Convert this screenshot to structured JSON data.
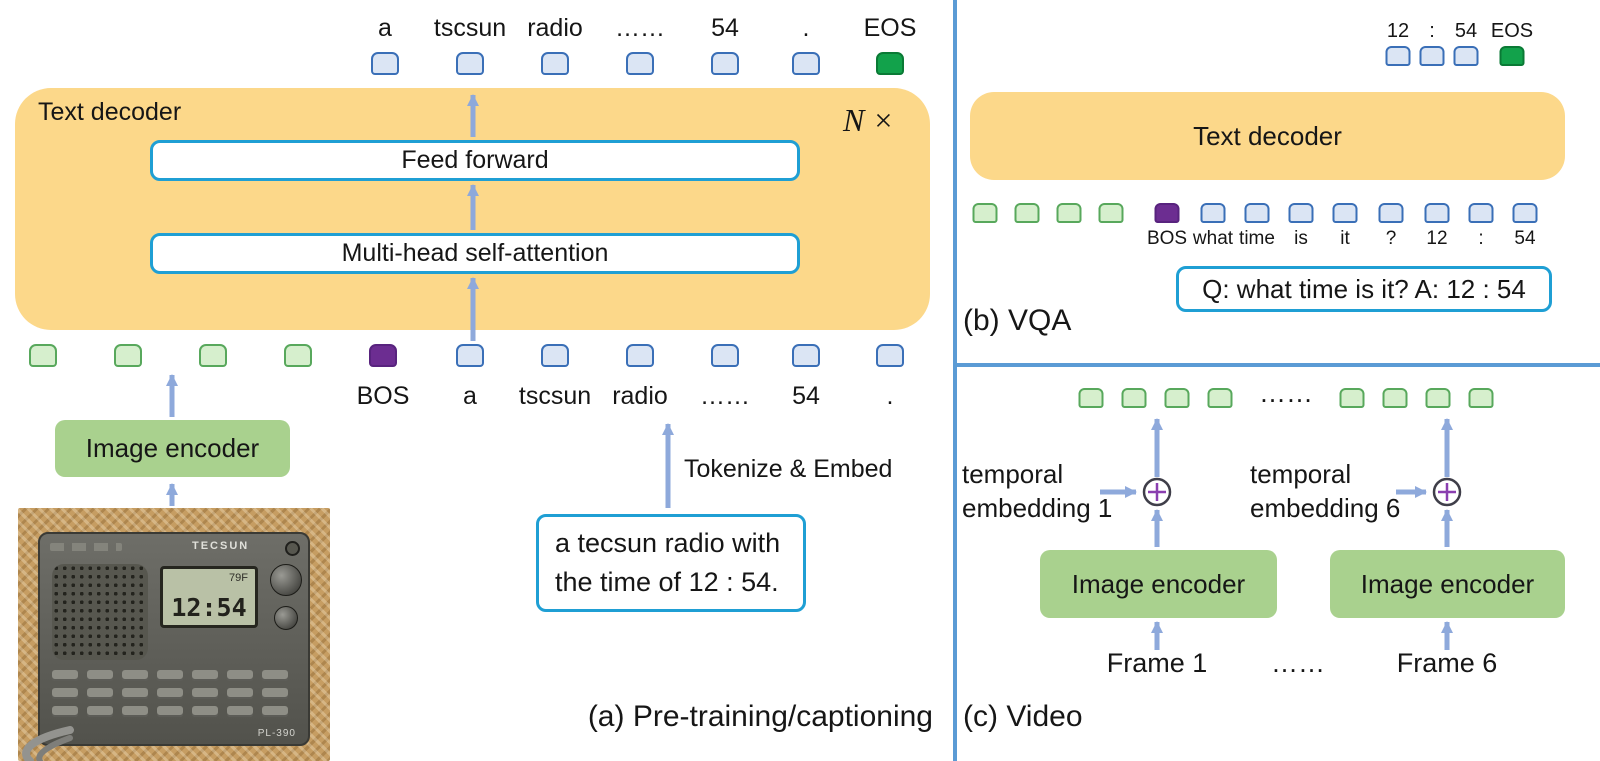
{
  "colors": {
    "decoder_fill": "#FCD88A",
    "cyan_border": "#1F9FD4",
    "arrow": "#8EA9DB",
    "token_blue_fill": "#DBE5F4",
    "token_blue_border": "#3A6FB7",
    "token_green_fill": "#D6EFCD",
    "token_green_border": "#58A85C",
    "token_bos_purple": "#6C2D91",
    "token_eos_green": "#12A24B",
    "encoder_green": "#A9D18E",
    "divider_blue": "#5B9BD5"
  },
  "panel_a": {
    "caption": "(a) Pre-training/captioning",
    "text_decoder_label": "Text decoder",
    "repeat_label": "N ×",
    "feed_forward_label": "Feed forward",
    "self_attention_label": "Multi-head self-attention",
    "image_encoder_label": "Image encoder",
    "tokenize_label": "Tokenize & Embed",
    "caption_box_lines": [
      "a tecsun radio with",
      "the time of 12 : 54."
    ],
    "output_tokens": [
      "a",
      "tscsun",
      "radio",
      "……",
      "54",
      ".",
      "EOS"
    ],
    "input_tokens": [
      "BOS",
      "a",
      "tscsun",
      "radio",
      "……",
      "54",
      "."
    ]
  },
  "panel_b": {
    "caption": "(b) VQA",
    "text_decoder_label": "Text decoder",
    "output_tokens": [
      "12",
      ":",
      "54",
      "EOS"
    ],
    "input_tokens": [
      "BOS",
      "what",
      "time",
      "is",
      "it",
      "?",
      "12",
      ":",
      "54"
    ],
    "qa_box": "Q: what time is it? A: 12 : 54"
  },
  "panel_c": {
    "caption": "(c) Video",
    "token_dots": "……",
    "temporal_left": [
      "temporal",
      "embedding 1"
    ],
    "temporal_right": [
      "temporal",
      "embedding 6"
    ],
    "encoder_left_label": "Image encoder",
    "encoder_right_label": "Image encoder",
    "frame_left": "Frame 1",
    "frame_right": "Frame 6",
    "frame_dots": "……"
  },
  "radio_photo": {
    "brand": "TECSUN",
    "lcd_temp": "79F",
    "lcd_time": "12:54",
    "model": "PL-390"
  }
}
